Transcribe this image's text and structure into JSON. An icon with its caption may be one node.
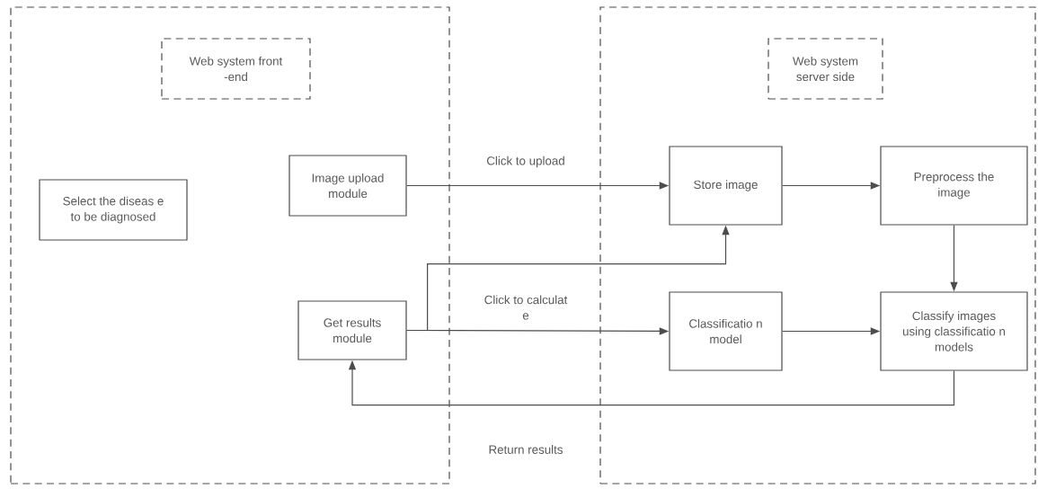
{
  "diagram": {
    "nodes": [
      {
        "text": [],
        "shape": "box"
      },
      {
        "text": [
          "Web system front -end"
        ],
        "in": 0
      },
      {
        "text": [
          "Select the diseas e to be diagnosed"
        ],
        "in": 0
      },
      {
        "text": [
          "Image upload module"
        ],
        "in": 0
      },
      {
        "text": [
          "Get results module"
        ],
        "in": 0
      },
      {
        "text": [],
        "shape": "box"
      },
      {
        "text": [
          "Web system server side"
        ],
        "in": 5
      },
      {
        "text": [
          "Store image"
        ],
        "in": 5
      },
      {
        "text": [
          "Preprocess the image"
        ],
        "in": 5
      },
      {
        "text": [
          "Classificatio n model"
        ],
        "in": 5
      },
      {
        "text": [
          "Classify images using classificatio n models"
        ],
        "in": 5
      }
    ],
    "edges": [
      {
        "from": 3,
        "to": 7,
        "arrow": "to",
        "label": "Click to upload"
      },
      {
        "from": 7,
        "to": 8,
        "arrow": "to"
      },
      {
        "from": 8,
        "to": 10,
        "arrow": "to"
      },
      {
        "from": 4,
        "to": 9,
        "arrow": "to",
        "label": "Click to calculat e"
      },
      {
        "from": 4,
        "to": 7,
        "arrow": "to"
      },
      {
        "from": 9,
        "to": 10,
        "arrow": "to"
      },
      {
        "from": 10,
        "to": 4,
        "arrow": "to",
        "label": "Return results"
      }
    ]
  }
}
